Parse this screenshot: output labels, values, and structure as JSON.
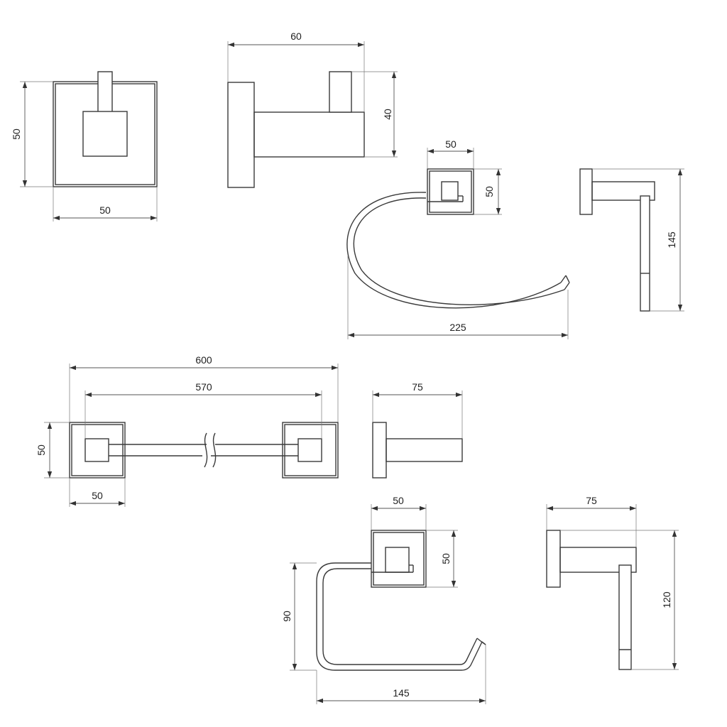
{
  "colors": {
    "line": "#3a3a3a",
    "dimension": "#555555",
    "text": "#222222",
    "background": "#ffffff"
  },
  "dimensions": {
    "hook_front_height": "50",
    "hook_front_width": "50",
    "hook_side_depth": "60",
    "hook_side_height": "40",
    "ring_plate_width": "50",
    "ring_plate_height": "50",
    "ring_width": "225",
    "ring_side_height": "145",
    "bar_overall": "600",
    "bar_centers": "570",
    "bar_plate_height": "50",
    "bar_plate_width": "50",
    "bar_side_depth": "75",
    "holder_plate_width": "50",
    "holder_plate_height": "50",
    "holder_height": "90",
    "holder_width": "145",
    "holder_side_depth": "75",
    "holder_side_height": "120"
  }
}
